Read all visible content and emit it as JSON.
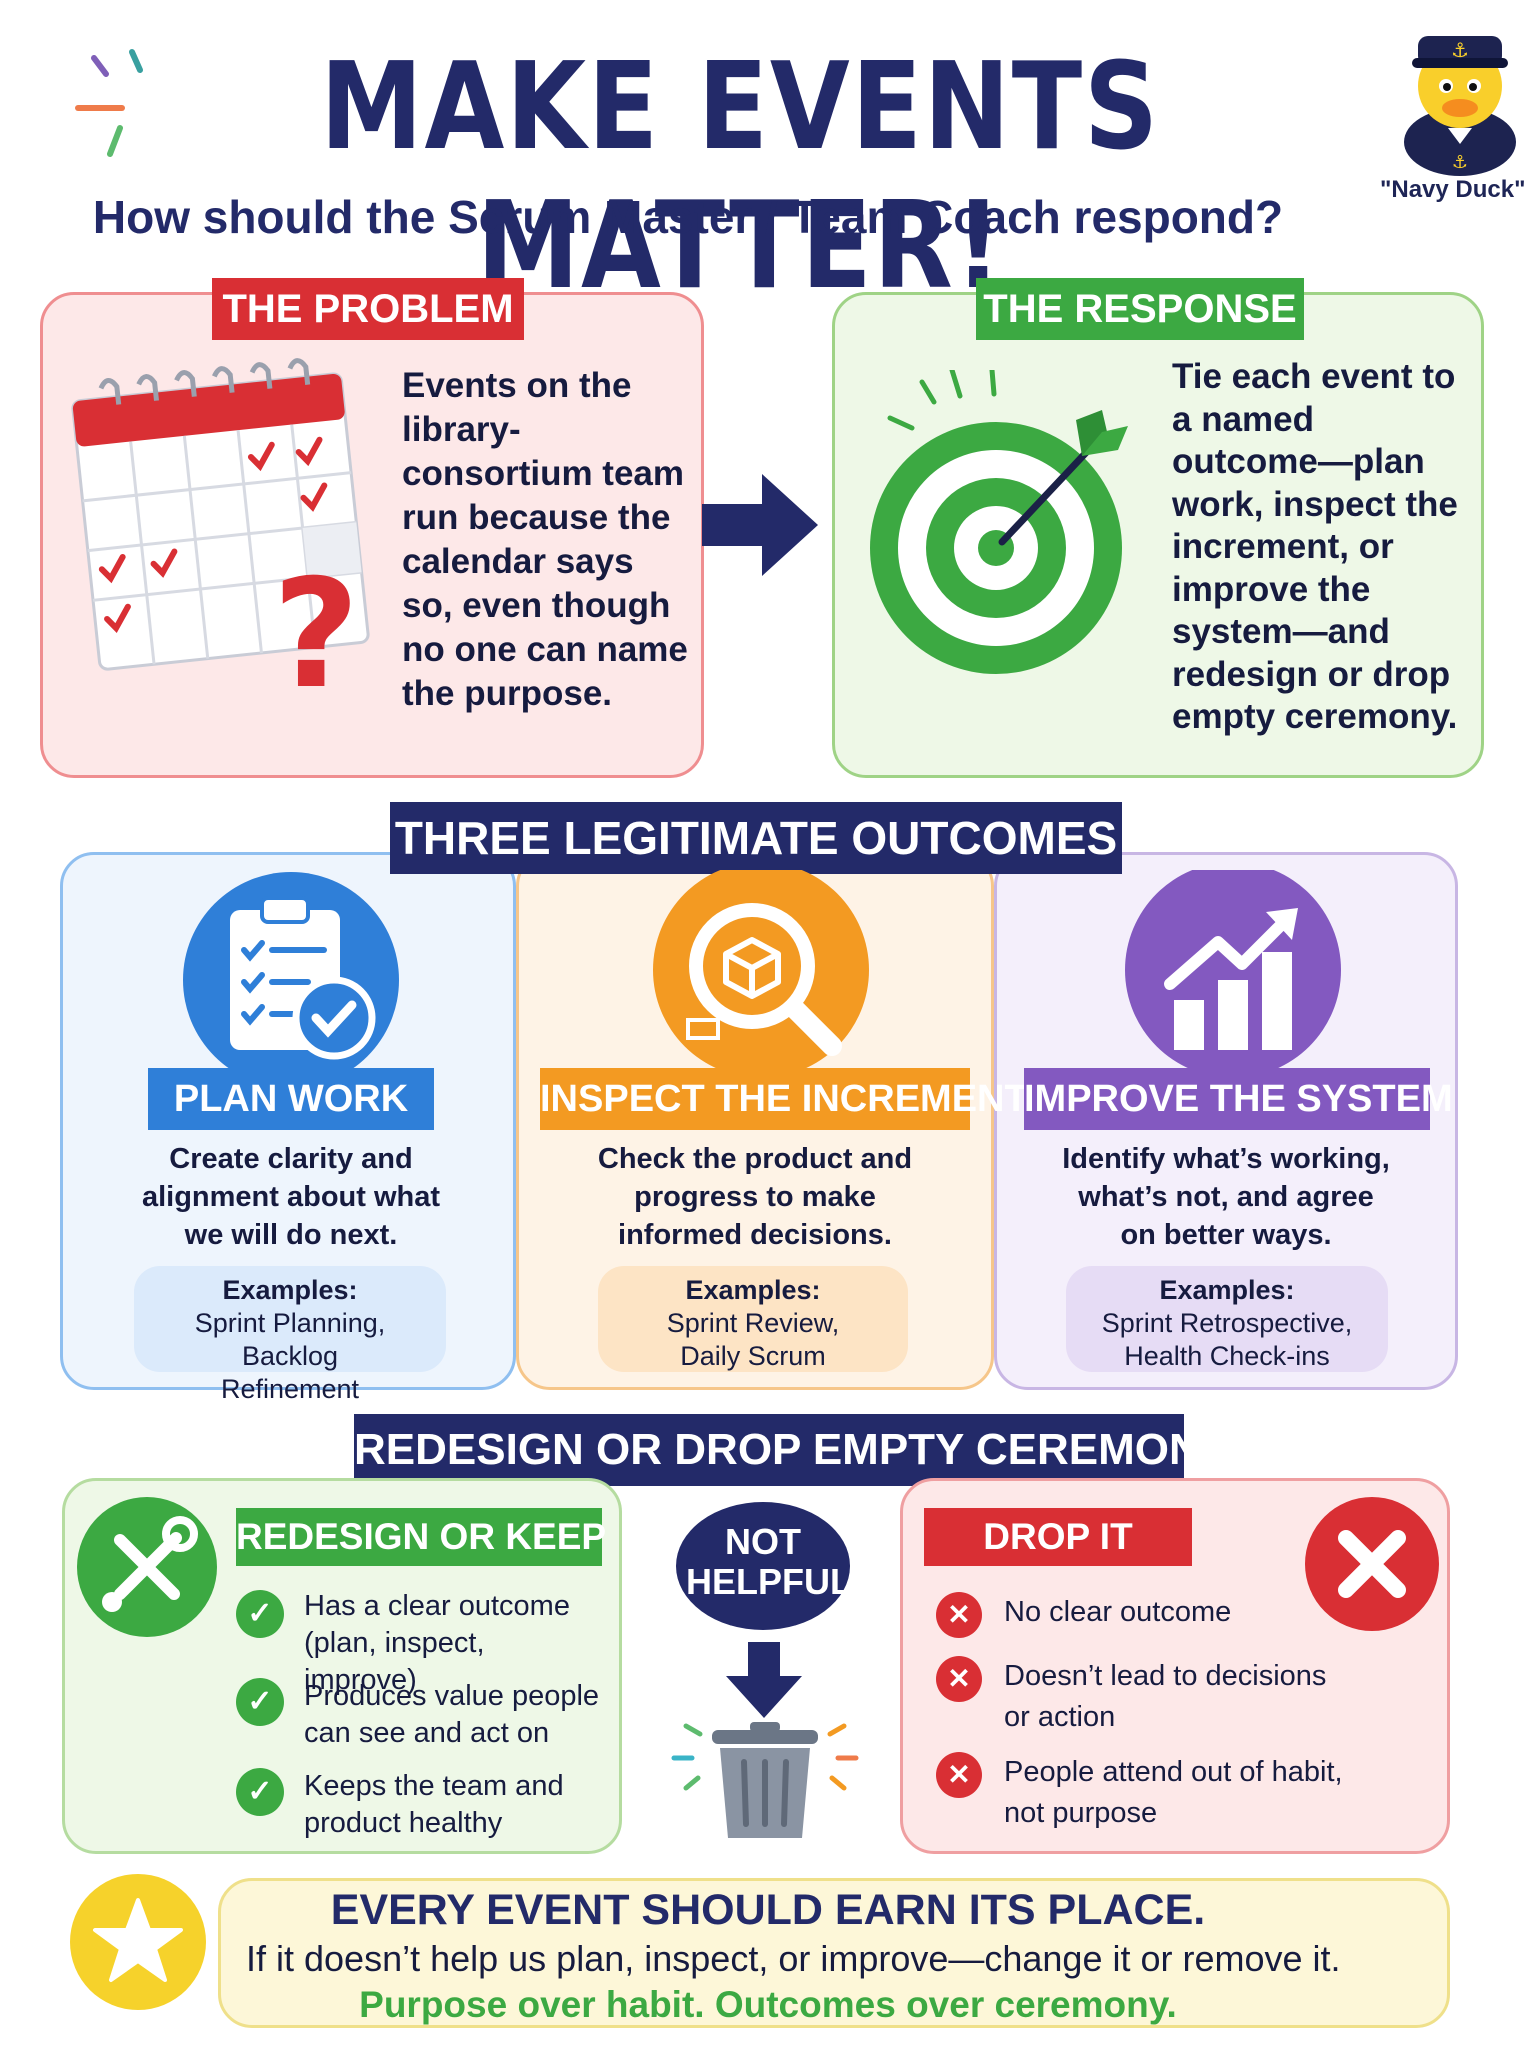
{
  "header": {
    "title": "MAKE EVENTS MATTER!",
    "subtitle": "How should the Scrum Master / Team Coach respond?",
    "mascot_label": "\"Navy Duck\""
  },
  "problem": {
    "label": "THE PROBLEM",
    "text": "Events on the library-consortium team run because the calendar says so, even though no one can name the purpose."
  },
  "response": {
    "label": "THE RESPONSE",
    "text": "Tie each event to a named outcome—plan work, inspect the increment, or improve the system—and redesign or drop empty ceremony."
  },
  "outcomes": {
    "heading": "THREE LEGITIMATE OUTCOMES",
    "items": [
      {
        "title": "PLAN WORK",
        "desc": "Create clarity and alignment about what we will do next.",
        "examples_label": "Examples:",
        "examples": "Sprint Planning, Backlog Refinement"
      },
      {
        "title": "INSPECT THE INCREMENT",
        "desc": "Check the product and progress to make informed decisions.",
        "examples_label": "Examples:",
        "examples": "Sprint Review, Daily Scrum"
      },
      {
        "title": "IMPROVE THE SYSTEM",
        "desc": "Identify what’s working, what’s not, and agree on better ways.",
        "examples_label": "Examples:",
        "examples": "Sprint Retrospective, Health Check-ins"
      }
    ]
  },
  "ceremony": {
    "heading": "REDESIGN OR DROP EMPTY CEREMONY",
    "keep_label": "REDESIGN OR KEEP",
    "keep_items": [
      "Has a clear outcome (plan, inspect, improve)",
      "Produces value people can see and act on",
      "Keeps the team and product healthy"
    ],
    "not_helpful": "NOT HELPFUL?",
    "drop_label": "DROP IT",
    "drop_items": [
      "No clear outcome",
      "Doesn’t lead to decisions or action",
      "People attend out of habit, not purpose"
    ]
  },
  "footer": {
    "headline": "EVERY EVENT SHOULD EARN ITS PLACE.",
    "line": "If it doesn’t help us plan, inspect, or improve—change it or remove it.",
    "motto": "Purpose over habit. Outcomes over ceremony."
  },
  "colors": {
    "navy": "#232a69",
    "red": "#d92f34",
    "green": "#3ca942",
    "blue": "#2f7fd8",
    "orange": "#f39a22",
    "purple": "#8359c0",
    "yellow": "#f6d22b"
  }
}
